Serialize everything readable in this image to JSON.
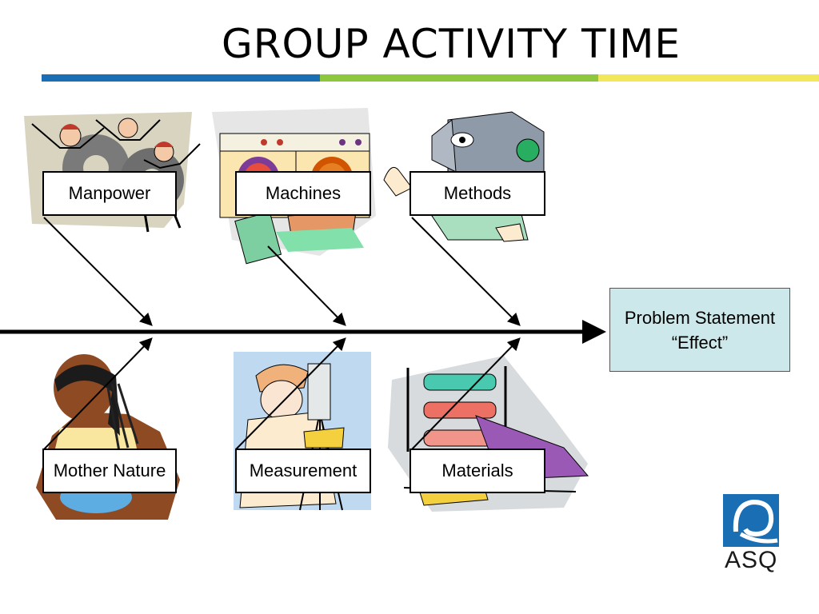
{
  "title": "GROUP ACTIVITY TIME",
  "categories": {
    "manpower": "Manpower",
    "machines": "Machines",
    "methods": "Methods",
    "mother_nature": "Mother Nature",
    "measurement": "Measurement",
    "materials": "Materials"
  },
  "effect": {
    "line1": "Problem Statement",
    "line2": "“Effect”"
  },
  "logo": {
    "text": "ASQ"
  },
  "colors": {
    "rule_blue": "#1a6fb4",
    "rule_green": "#8dc63f",
    "rule_yellow": "#f2e65b",
    "effect_fill": "#cde8ea",
    "logo_blue": "#1a6fb4"
  }
}
